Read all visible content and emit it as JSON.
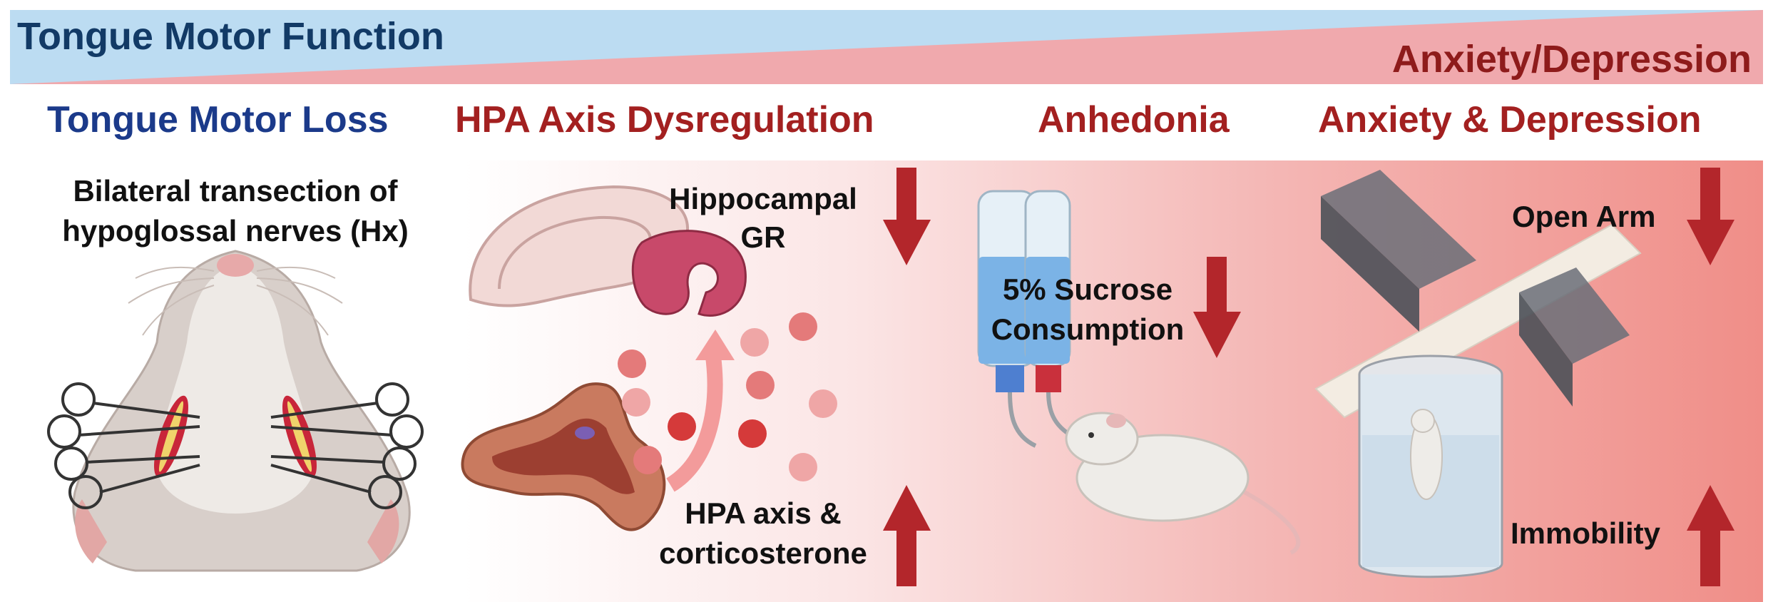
{
  "banner": {
    "left_title": "Tongue Motor Function",
    "right_title": "Anxiety/Depression",
    "blue": "#bcdcf2",
    "red": "#f0a9ad"
  },
  "columns": {
    "tongue": {
      "heading": "Tongue Motor Loss",
      "color": "#1b3a8a",
      "label": "Bilateral transection of hypoglossal nerves (Hx)"
    },
    "hpa": {
      "heading": "HPA Axis Dysregulation",
      "color": "#a32020",
      "gr_label": "Hippocampal GR",
      "hpa_label": "HPA axis & corticosterone"
    },
    "anhedonia": {
      "heading": "Anhedonia",
      "color": "#a32020",
      "sucrose_label": "5% Sucrose Consumption"
    },
    "anxiety": {
      "heading": "Anxiety & Depression",
      "color": "#a32020",
      "open_arm_label": "Open Arm",
      "immobility_label": "Immobility"
    }
  },
  "arrow_color": "#b3262b",
  "icons": [
    "rat-head-icon",
    "scissors-icon",
    "hippocampus-icon",
    "adrenal-gland-icon",
    "hormone-dots-icon",
    "water-bottle-icon",
    "mouse-icon",
    "elevated-plus-maze-icon",
    "forced-swim-beaker-icon"
  ]
}
